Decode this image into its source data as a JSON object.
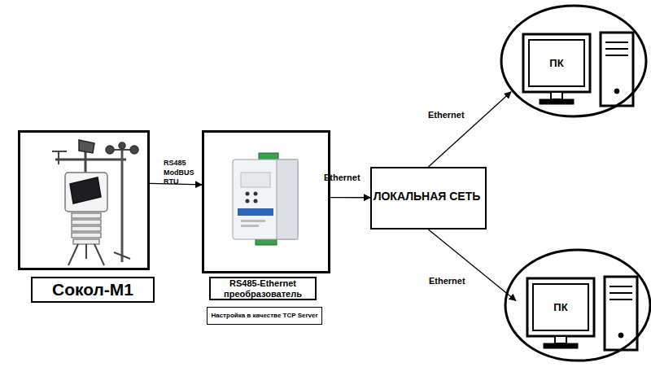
{
  "diagram": {
    "nodes": [
      {
        "text": [
          "Сокол-М1"
        ]
      },
      {
        "text": [
          "RS485-Ethernet преобразователь",
          "Настройка в качестве TCP Server"
        ]
      },
      {
        "text": [
          "ЛОКАЛЬНАЯ СЕТЬ"
        ]
      },
      {
        "text": [
          "ПК"
        ]
      },
      {
        "text": [
          "ПК"
        ]
      }
    ],
    "edges": [
      {
        "from": 0,
        "to": 1,
        "label": "RS485 ModBUS RTU",
        "arrow": "to"
      },
      {
        "from": 1,
        "to": 2,
        "label": "Ethernet",
        "arrow": "to"
      },
      {
        "from": 2,
        "to": 3,
        "label": "Ethernet",
        "arrow": "to"
      },
      {
        "from": 2,
        "to": 4,
        "label": "Ethernet",
        "arrow": "to"
      }
    ]
  }
}
